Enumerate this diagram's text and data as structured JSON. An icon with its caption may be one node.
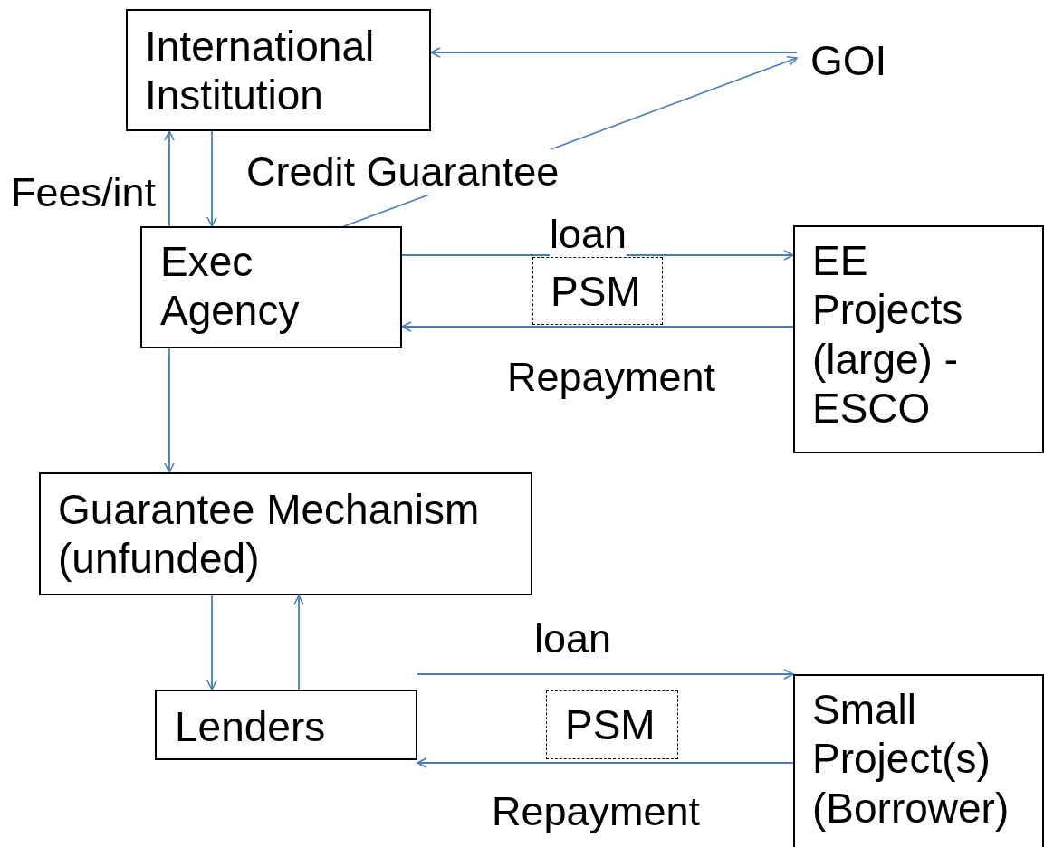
{
  "diagram": {
    "nodes": [
      {
        "text": [
          "International Institution"
        ]
      },
      {
        "text": [
          "GOI"
        ]
      },
      {
        "text": [
          "Exec Agency"
        ]
      },
      {
        "text": [
          "PSM"
        ]
      },
      {
        "text": [
          "EE Projects (large) - ESCO"
        ]
      },
      {
        "text": [
          "Guarantee Mechanism (unfunded)"
        ]
      },
      {
        "text": [
          "Lenders"
        ]
      },
      {
        "text": [
          "PSM"
        ]
      },
      {
        "text": [
          "Small Project(s) (Borrower)"
        ]
      }
    ],
    "edges": [
      {
        "from": 1,
        "to": 0,
        "arrow": "to"
      },
      {
        "from": 2,
        "to": 1,
        "arrow": "to"
      },
      {
        "from": 2,
        "to": 0,
        "arrow": "to",
        "label": "Fees/int"
      },
      {
        "from": 0,
        "to": 2,
        "arrow": "to",
        "label": "Credit Guarantee"
      },
      {
        "from": 2,
        "to": 4,
        "arrow": "to",
        "label": "loan"
      },
      {
        "from": 4,
        "to": 2,
        "arrow": "to",
        "label": "Repayment"
      },
      {
        "from": 2,
        "to": 5,
        "arrow": "to"
      },
      {
        "from": 5,
        "to": 6,
        "arrow": "to"
      },
      {
        "from": 6,
        "to": 5,
        "arrow": "to"
      },
      {
        "from": 6,
        "to": 8,
        "arrow": "to",
        "label": "loan"
      },
      {
        "from": 8,
        "to": 6,
        "arrow": "to",
        "label": "Repayment"
      }
    ]
  }
}
